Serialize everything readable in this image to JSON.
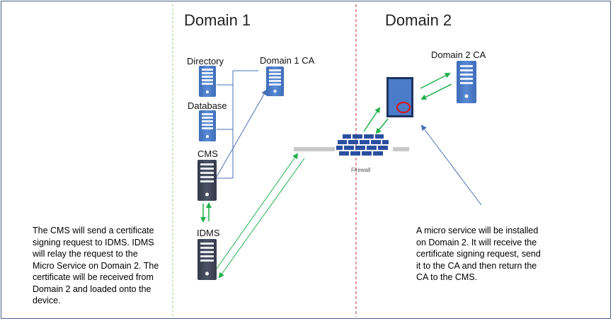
{
  "domains": {
    "domain1": {
      "title": "Domain 1"
    },
    "domain2": {
      "title": "Domain 2"
    }
  },
  "nodes": {
    "directory": "Directory",
    "database": "Database",
    "domain1_ca": "Domain 1 CA",
    "cms": "CMS",
    "idms": "IDMS",
    "domain2_ca": "Domain 2 CA",
    "firewall": "Firewall"
  },
  "notes": {
    "left": [
      "The CMS will send a certificate",
      "signing request to IDMS. IDMS",
      "will relay the request to the",
      "Micro Service on Domain 2. The",
      "certificate will be received from",
      "Domain 2 and loaded onto the",
      "device."
    ],
    "right": [
      "A micro service will be installed",
      "on Domain 2. It will receive the",
      "certificate signing request, send",
      "it to the CA and then return the",
      "CA to the CMS."
    ]
  },
  "colors": {
    "server_blue": "#4a7cc9",
    "server_dark": "#3f4656",
    "green_arrow": "#21b04b",
    "blue_line": "#4a6fb5",
    "firewall": "#2b4fa0",
    "domain1_divider": "#8fd17a",
    "domain2_divider": "#c0313b",
    "frame": "#4a5f8a"
  },
  "icons": {
    "server": "server-tower-icon",
    "firewall": "brick-wall-icon",
    "microservice": "microservice-box-icon"
  }
}
